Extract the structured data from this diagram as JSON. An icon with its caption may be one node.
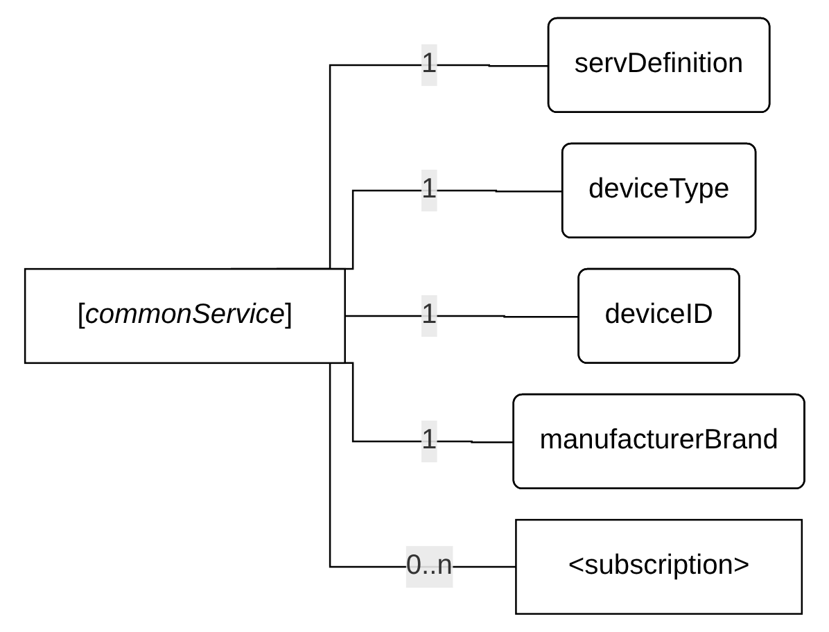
{
  "diagram": {
    "nodes": [
      {
        "text": [
          "[*commonService*]"
        ]
      },
      {
        "text": [
          "servDefinition"
        ]
      },
      {
        "text": [
          "deviceType"
        ]
      },
      {
        "text": [
          "deviceID"
        ]
      },
      {
        "text": [
          "manufacturerBrand"
        ]
      },
      {
        "text": [
          "<subscription>"
        ]
      }
    ],
    "edges": [
      {
        "from": 0,
        "to": 1,
        "arrow": "none",
        "label": "1"
      },
      {
        "from": 0,
        "to": 2,
        "arrow": "none",
        "label": "1"
      },
      {
        "from": 0,
        "to": 3,
        "arrow": "none",
        "label": "1"
      },
      {
        "from": 0,
        "to": 4,
        "arrow": "none",
        "label": "1"
      },
      {
        "from": 0,
        "to": 5,
        "arrow": "none",
        "label": "0..n"
      }
    ]
  }
}
